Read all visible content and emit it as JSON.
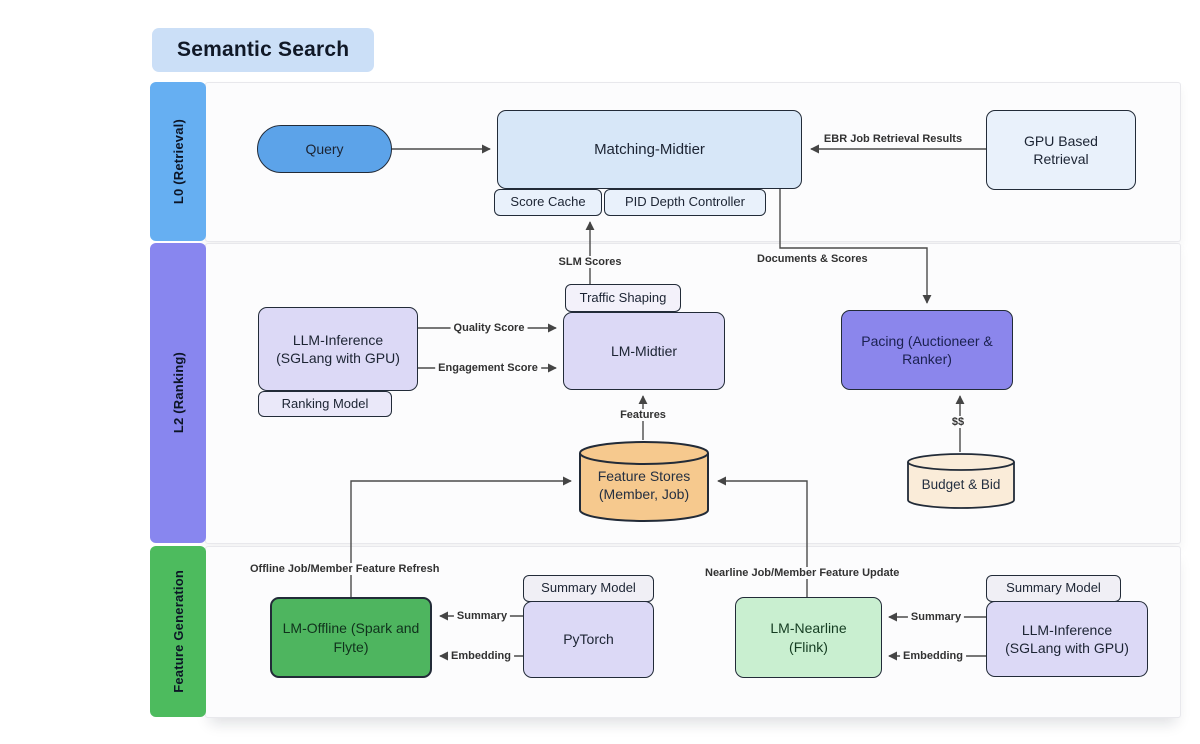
{
  "title": "Semantic Search",
  "lanes": {
    "l0": "L0 (Retrieval)",
    "l2": "L2 (Ranking)",
    "fg": "Feature Generation"
  },
  "nodes": {
    "query": "Query",
    "matching_midtier": "Matching-Midtier",
    "score_cache": "Score Cache",
    "pid_depth_controller": "PID Depth Controller",
    "gpu_based_retrieval": "GPU Based Retrieval",
    "llm_inference_ranking": "LLM-Inference (SGLang with GPU)",
    "ranking_model": "Ranking Model",
    "traffic_shaping": "Traffic Shaping",
    "lm_midtier": "LM-Midtier",
    "pacing": "Pacing (Auctioneer & Ranker)",
    "feature_stores": "Feature Stores (Member, Job)",
    "budget_bid": "Budget & Bid",
    "lm_offline": "LM-Offline (Spark and Flyte)",
    "summary_model_offline": "Summary Model",
    "pytorch": "PyTorch",
    "lm_nearline": "LM-Nearline (Flink)",
    "summary_model_nearline": "Summary Model",
    "llm_inference_nearline": "LLM-Inference (SGLang with GPU)"
  },
  "edges": {
    "ebr_results": "EBR Job Retrieval Results",
    "slm_scores": "SLM Scores",
    "documents_scores": "Documents & Scores",
    "quality_score": "Quality Score",
    "engagement_score": "Engagement Score",
    "features": "Features",
    "dollars": "$$",
    "offline_refresh": "Offline Job/Member Feature Refresh",
    "nearline_update": "Nearline Job/Member Feature Update",
    "summary_offline": "Summary",
    "embedding_offline": "Embedding",
    "summary_nearline": "Summary",
    "embedding_nearline": "Embedding"
  },
  "colors": {
    "lane_l0": "#66aff2",
    "lane_l2": "#8886ef",
    "lane_fg": "#4dbb5e",
    "title_bg": "#cbdff7",
    "query_fill": "#5ca3e9",
    "matching_midtier_fill": "#d7e7f8",
    "light_blue_fill": "#e9f1fb",
    "lavender_fill": "#dcd9f6",
    "pacing_fill": "#8b86ec",
    "feature_store_fill": "#f6c98e",
    "budget_fill": "#faecd9",
    "offline_green_fill": "#4eb55f",
    "nearline_green_fill": "#c9efd0",
    "arrow_color": "#454545"
  }
}
